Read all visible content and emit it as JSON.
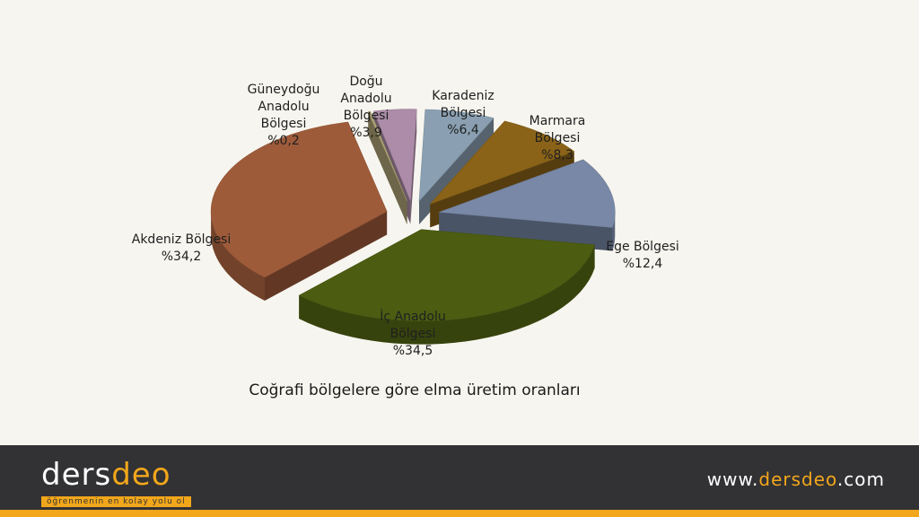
{
  "chart_data": {
    "type": "pie",
    "title": "Coğrafi bölgelere göre elma üretim oranları",
    "slices": [
      {
        "name": "Karadeniz Bölgesi",
        "value": 6.4,
        "label_lines": [
          "Karadeniz",
          "Bölgesi",
          "%6,4"
        ],
        "color": "#8aa0b2"
      },
      {
        "name": "Marmara Bölgesi",
        "value": 8.3,
        "label_lines": [
          "Marmara",
          "Bölgesi",
          "%8,3"
        ],
        "color": "#8a6318"
      },
      {
        "name": "Ege Bölgesi",
        "value": 12.4,
        "label_lines": [
          "Ege Bölgesi",
          "%12,4"
        ],
        "color": "#7888a6"
      },
      {
        "name": "İç Anadolu Bölgesi",
        "value": 34.5,
        "label_lines": [
          "İç Anadolu",
          "Bölgesi",
          "%34,5"
        ],
        "color": "#4c5d12"
      },
      {
        "name": "Akdeniz Bölgesi",
        "value": 34.2,
        "label_lines": [
          "Akdeniz Bölgesi",
          "%34,2"
        ],
        "color": "#9e5b3a"
      },
      {
        "name": "Güneydoğu Anadolu Bölgesi",
        "value": 0.2,
        "label_lines": [
          "Güneydoğu",
          "Anadolu",
          "Bölgesi",
          "%0,2"
        ],
        "color": "#b0a578"
      },
      {
        "name": "Doğu Anadolu Bölgesi",
        "value": 3.9,
        "label_lines": [
          "Doğu",
          "Anadolu",
          "Bölgesi",
          "%3,9"
        ],
        "color": "#ac8ca8"
      }
    ]
  },
  "footer": {
    "logo_main": "ders",
    "logo_accent": "deo",
    "slogan": "öğrenmenin en kolay yolu ol",
    "website_prefix": "www.",
    "website_accent": "dersdeo",
    "website_suffix": ".com"
  }
}
